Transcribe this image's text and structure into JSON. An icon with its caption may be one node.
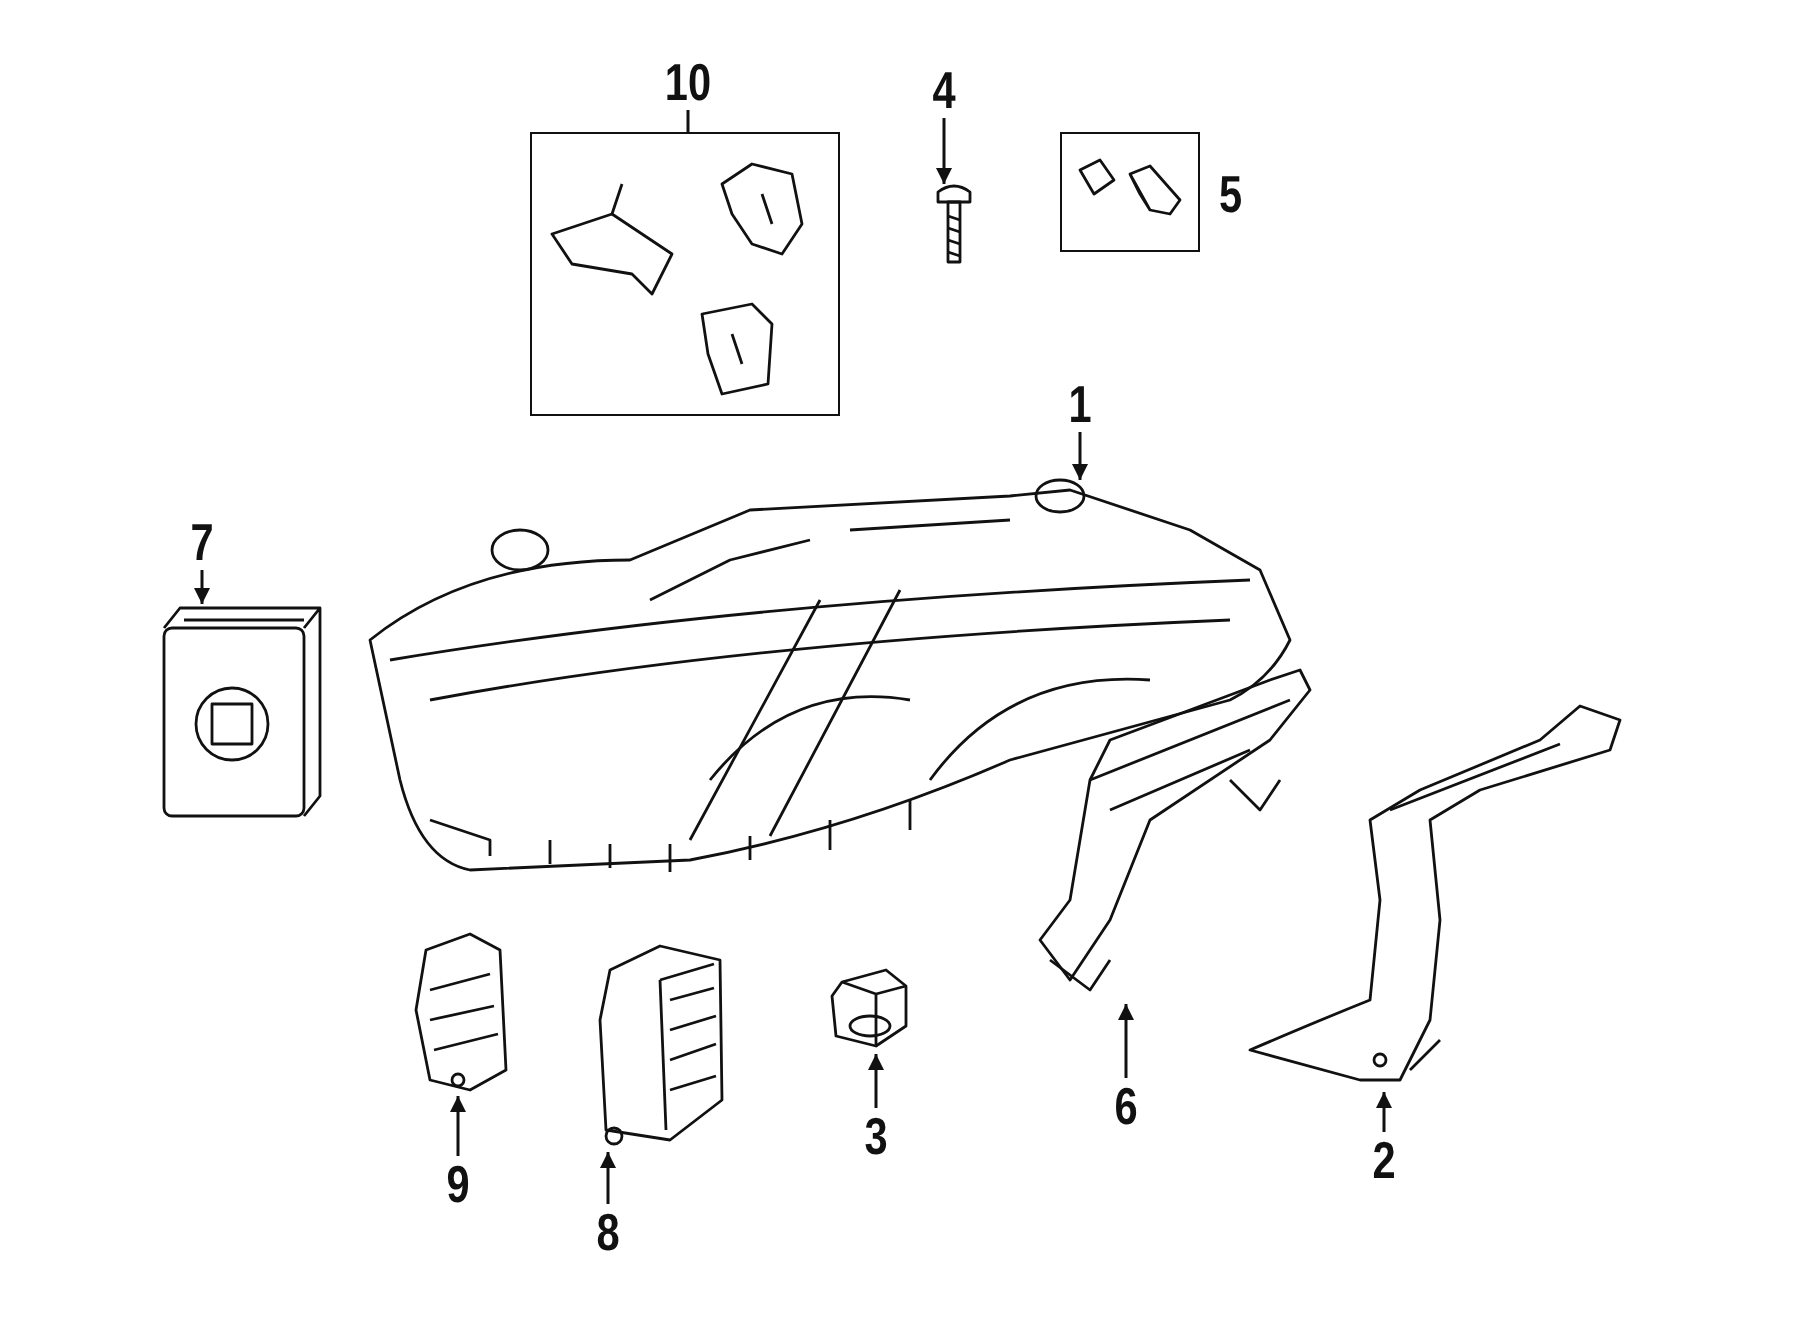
{
  "diagram": {
    "nodes": [
      {
        "text": [
          "10"
        ]
      },
      {
        "text": [],
        "shape": "box"
      },
      {
        "text": [
          "4"
        ]
      },
      {
        "text": [],
        "shape": "picture"
      },
      {
        "text": [
          "5"
        ]
      },
      {
        "text": [
          "1"
        ]
      },
      {
        "text": [],
        "shape": "picture"
      },
      {
        "text": [
          "7"
        ]
      },
      {
        "text": [],
        "shape": "picture"
      },
      {
        "text": [],
        "shape": "picture"
      },
      {
        "text": [],
        "shape": "picture"
      },
      {
        "text": [],
        "shape": "picture"
      },
      {
        "text": [],
        "shape": "picture"
      },
      {
        "text": [],
        "shape": "picture"
      },
      {
        "text": [
          "3"
        ]
      },
      {
        "text": [
          "6"
        ]
      },
      {
        "text": [
          "2"
        ]
      },
      {
        "text": [
          "9"
        ]
      },
      {
        "text": [
          "8"
        ]
      }
    ],
    "edges": [
      {
        "from": 0,
        "to": 1,
        "arrow": "none"
      },
      {
        "from": 2,
        "to": 3,
        "arrow": "to"
      },
      {
        "from": 5,
        "to": 6,
        "arrow": "to"
      },
      {
        "from": 7,
        "to": 8,
        "arrow": "to"
      },
      {
        "from": 14,
        "to": 13,
        "arrow": "to"
      },
      {
        "from": 15,
        "to": 9,
        "arrow": "to"
      },
      {
        "from": 16,
        "to": 10,
        "arrow": "to"
      },
      {
        "from": 17,
        "to": 11,
        "arrow": "to"
      },
      {
        "from": 18,
        "to": 12,
        "arrow": "to"
      }
    ]
  }
}
